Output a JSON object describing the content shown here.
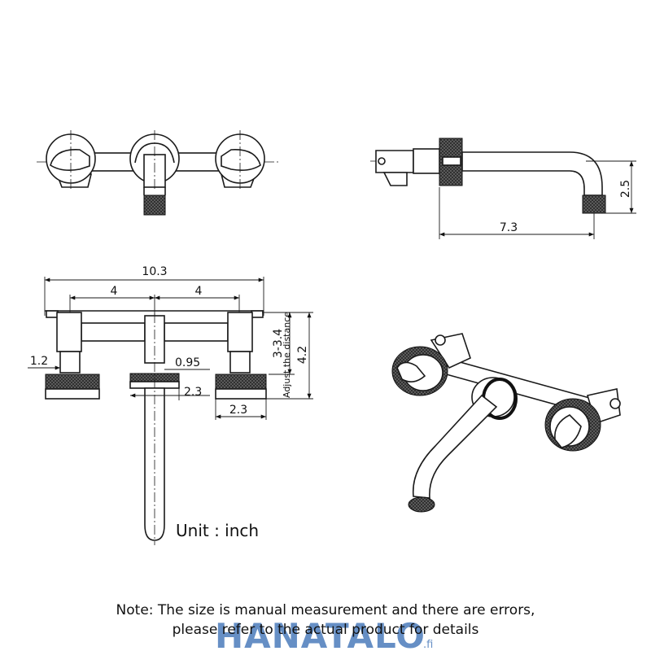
{
  "dimensions": {
    "total_width": "10.3",
    "center_left": "4",
    "center_right": "4",
    "handle_offset": "1.2",
    "spout_offset": "0.95",
    "spout_flange": "2.3",
    "handle_flange": "2.3",
    "depth_range": "3-3.4",
    "adjust_label": "Adjust the distance",
    "total_depth": "4.2",
    "spout_reach": "7.3",
    "spout_height": "2.5"
  },
  "unit_label": "Unit : inch",
  "note": {
    "line1": "Note: The size is manual measurement and there are errors,",
    "line2": "please refer to the actual product for details"
  },
  "watermark": {
    "brand": "HANATALO",
    "suffix": ".fi"
  }
}
